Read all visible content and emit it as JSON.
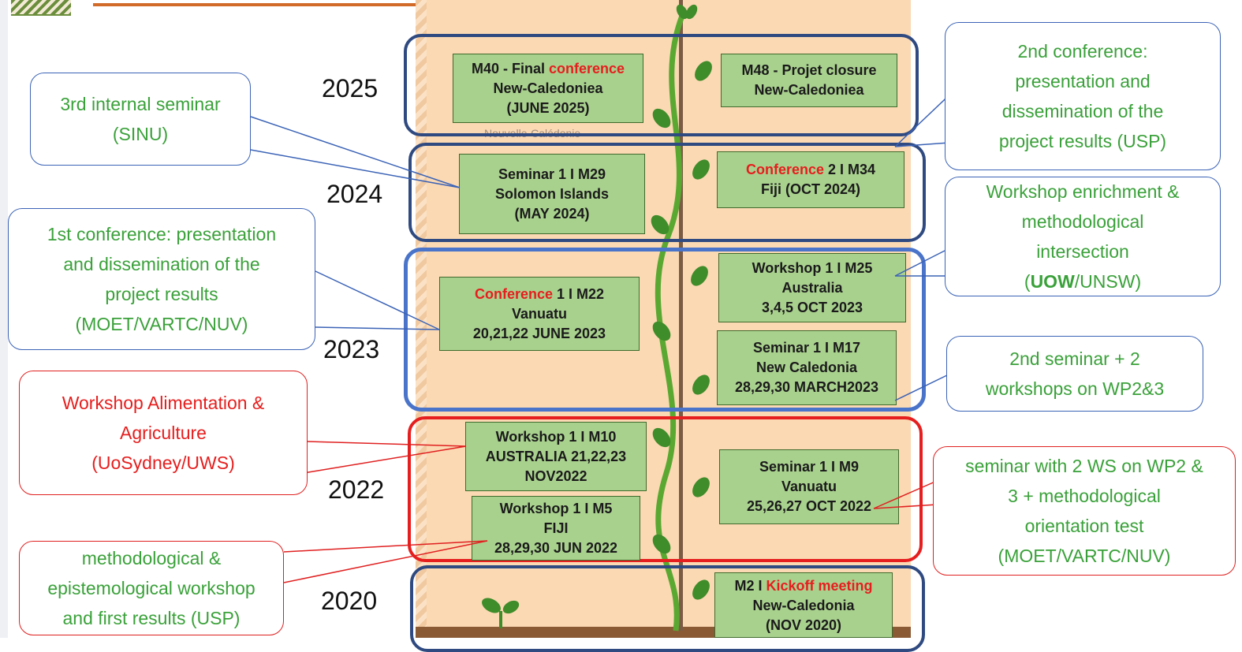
{
  "years": [
    "2025",
    "2024",
    "2023",
    "2022",
    "2020"
  ],
  "faint_label": "Nouvelle-Calédonie",
  "events": {
    "m40": {
      "prefix": "M40 - Final ",
      "highlight": "conference",
      "line2": "New-Caledoniea",
      "line3": "(JUNE 2025)"
    },
    "m48": {
      "line1": "M48 - Projet closure",
      "line2": "New-Caledoniea"
    },
    "m29": {
      "line1": "Seminar 1 I M29",
      "line2": "Solomon Islands",
      "line3": "(MAY 2024)"
    },
    "m34": {
      "highlight": "Conference",
      "suffix": " 2 I M34",
      "line2": "Fiji (OCT 2024)"
    },
    "m22": {
      "highlight": "Conference",
      "suffix": " 1 I M22",
      "line2": "Vanuatu",
      "line3": "20,21,22 JUNE 2023"
    },
    "m25": {
      "line1": "Workshop 1 I M25",
      "line2": "Australia",
      "line3": "3,4,5 OCT  2023"
    },
    "m17": {
      "line1": "Seminar 1 I M17",
      "line2": "New Caledonia",
      "line3": "28,29,30 MARCH2023"
    },
    "m10": {
      "line1": "Workshop 1 I M10",
      "line2": "AUSTRALIA 21,22,23",
      "line3": "NOV2022"
    },
    "m5": {
      "line1": "Workshop 1 I M5",
      "line2": "FIJI",
      "line3": "28,29,30 JUN 2022"
    },
    "m9": {
      "line1": "Seminar 1 I M9",
      "line2": "Vanuatu",
      "line3": "25,26,27 OCT 2022"
    },
    "m2": {
      "prefix": "M2  I ",
      "highlight": "Kickoff meeting",
      "line2": "New-Caledonia",
      "line3": "(NOV 2020)"
    }
  },
  "callouts": {
    "sinu": [
      "3rd internal seminar",
      "(SINU)"
    ],
    "usp2": [
      "2nd conference:",
      "presentation and",
      "dissemination of the",
      "project results (USP)"
    ],
    "moet1": [
      "1st conference: presentation",
      "and dissemination of the",
      "project results",
      "(MOET/VARTC/NUV)"
    ],
    "uow": {
      "lines": [
        "Workshop enrichment &",
        "methodological",
        "intersection"
      ],
      "bold": "UOW",
      "rest": "/UNSW)",
      "open": "("
    },
    "sem2": [
      "2nd seminar + 2",
      "workshops on WP2&3"
    ],
    "alim": [
      "Workshop Alimentation &",
      "Agriculture",
      "(UoSydney/UWS)"
    ],
    "ws2": [
      "seminar with 2 WS on WP2 &",
      "3 + methodological",
      "orientation test",
      "(MOET/VARTC/NUV)"
    ],
    "epist": [
      "methodological &",
      "epistemological workshop",
      "and first results  (USP)"
    ]
  },
  "colors": {
    "green_text": "#3aa13a",
    "red_text": "#e61e1e",
    "navy_frame": "#2f4a80",
    "blue_frame": "#4a74c9",
    "red_frame": "#e61e1e",
    "event_fill": "#a9d18e",
    "band": "#fbd9b3"
  }
}
